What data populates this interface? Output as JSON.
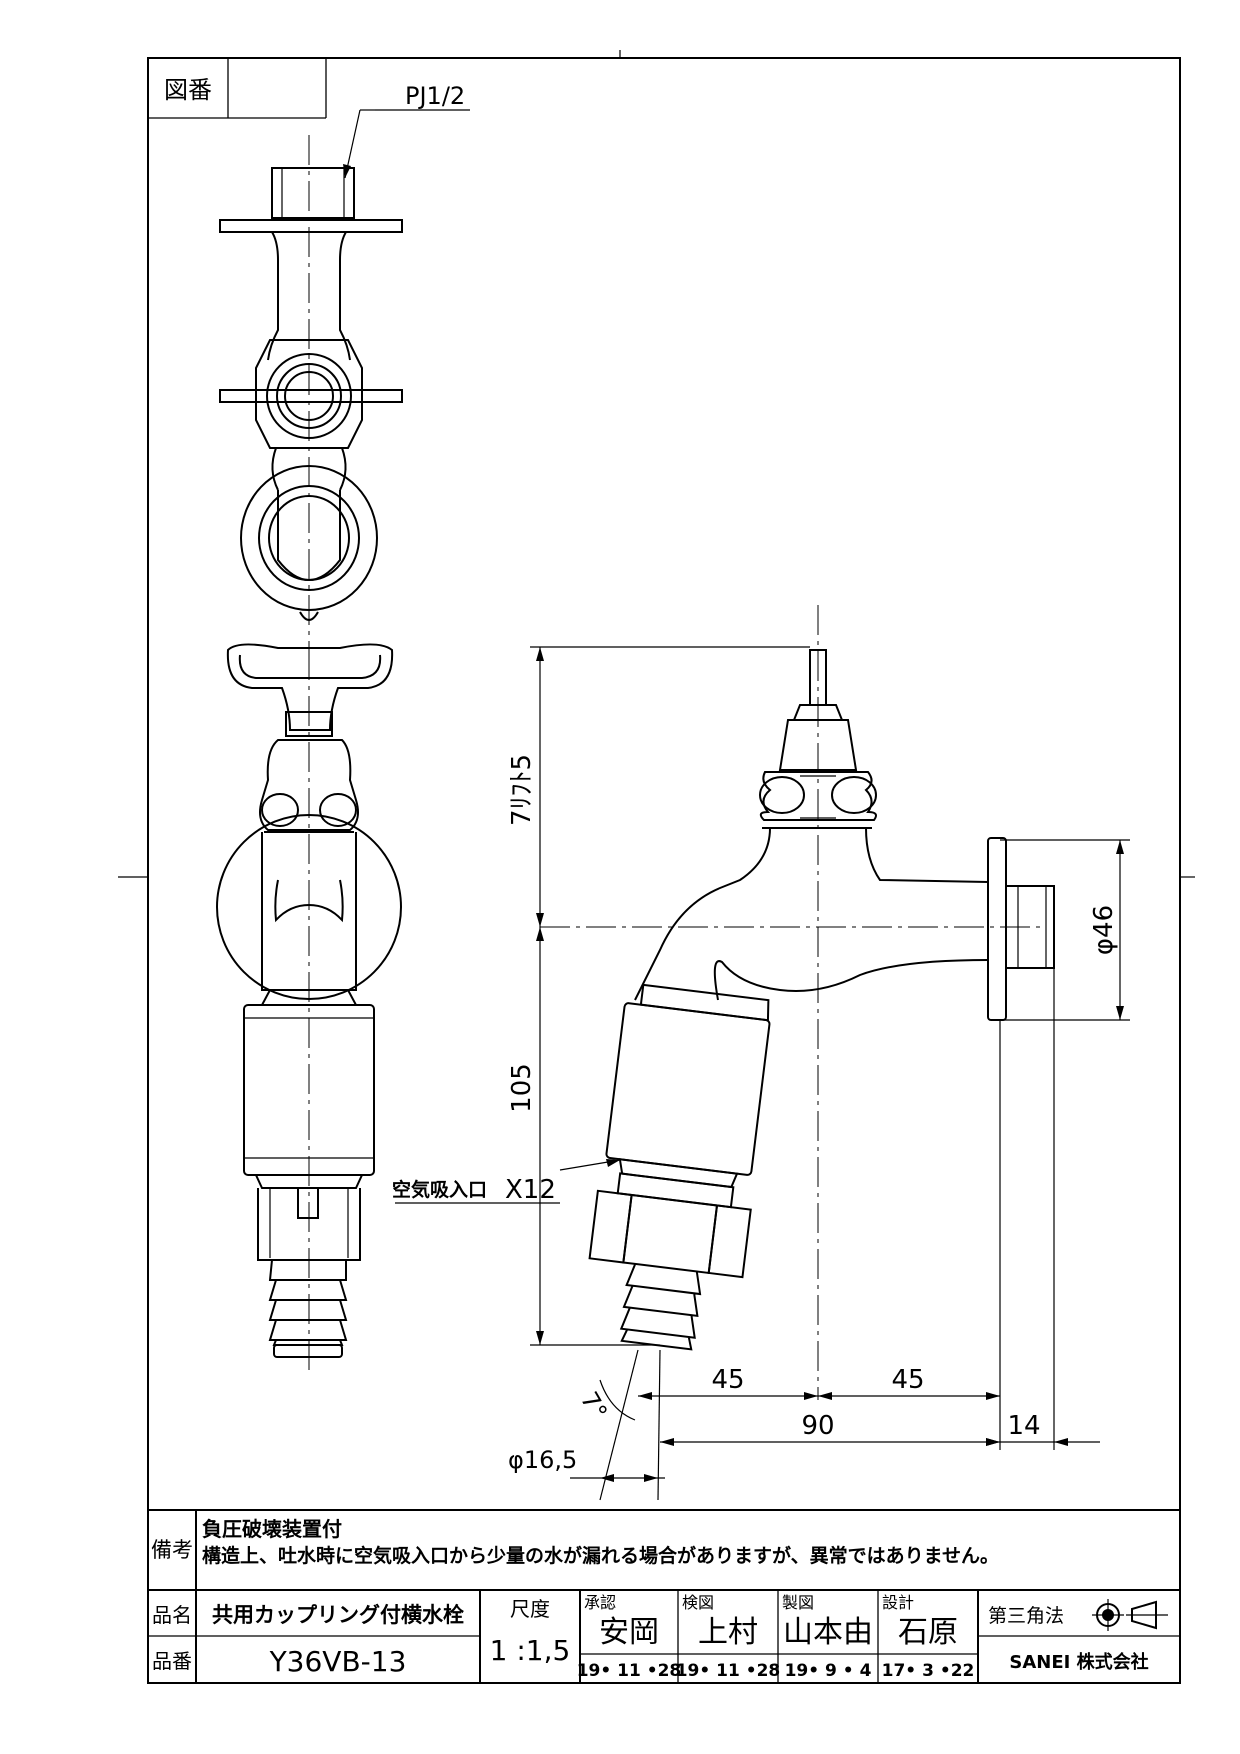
{
  "header": {
    "drawing_number_label": "図番",
    "drawing_number_value": ""
  },
  "annotations": {
    "thread": "PJ1/2",
    "lift": "7ﾘﾌﾄ5",
    "height_lower": "105",
    "flange_dia": "φ46",
    "air_inlet_label": "空気吸入口",
    "air_inlet_count": "X12",
    "angle": "7°",
    "hose_dia": "φ16,5",
    "dim_left_half": "45",
    "dim_right_half": "45",
    "dim_total": "90",
    "dim_flange": "14"
  },
  "notes": {
    "label": "備考",
    "line1": "負圧破壊装置付",
    "line2": "構造上、吐水時に空気吸入口から少量の水が漏れる場合がありますが、異常ではありません。"
  },
  "title_block": {
    "product_name_label": "品名",
    "product_name": "共用カップリング付横水栓",
    "product_number_label": "品番",
    "product_number": "Y36VB-13",
    "scale_label": "尺度",
    "scale": "1 :1,5",
    "approval": {
      "label": "承認",
      "name": "安岡",
      "date": "19• 11 •28"
    },
    "check": {
      "label": "検図",
      "name": "上村",
      "date": "19• 11 •28"
    },
    "drafting": {
      "label": "製図",
      "name": "山本由",
      "date": "19• 9 • 4"
    },
    "design": {
      "label": "設計",
      "name": "石原",
      "date": "17• 3 •22"
    },
    "projection_label": "第三角法",
    "company": "SANEI 株式会社"
  }
}
